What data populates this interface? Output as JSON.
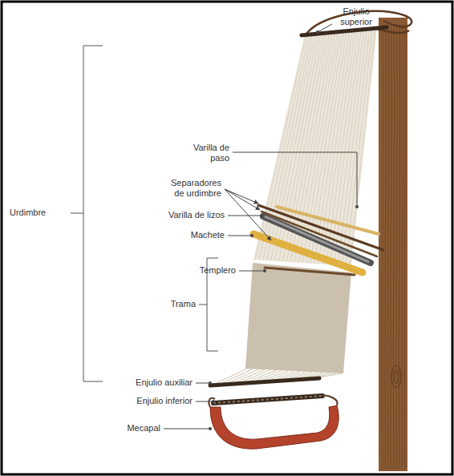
{
  "diagram": {
    "labels": [
      "Enjulio superior",
      "Urdimbre",
      "Varilla de paso",
      "Separadores de urdimbre",
      "Varilla de lizos",
      "Machete",
      "Templero",
      "Trama",
      "Enjulio auxiliar",
      "Enjulio inferior",
      "Mecapal"
    ]
  }
}
